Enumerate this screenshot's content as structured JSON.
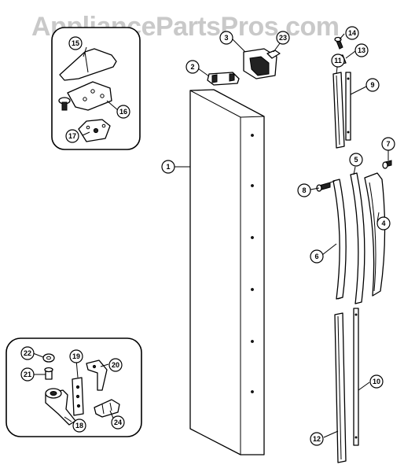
{
  "watermark": "AppliancePartsPros.com",
  "callouts": [
    {
      "id": "1",
      "label": "1"
    },
    {
      "id": "2",
      "label": "2"
    },
    {
      "id": "3",
      "label": "3"
    },
    {
      "id": "4",
      "label": "4"
    },
    {
      "id": "5",
      "label": "5"
    },
    {
      "id": "6",
      "label": "6"
    },
    {
      "id": "7",
      "label": "7"
    },
    {
      "id": "8",
      "label": "8"
    },
    {
      "id": "9",
      "label": "9"
    },
    {
      "id": "10",
      "label": "10"
    },
    {
      "id": "11",
      "label": "11"
    },
    {
      "id": "12",
      "label": "12"
    },
    {
      "id": "13",
      "label": "13"
    },
    {
      "id": "14",
      "label": "14"
    },
    {
      "id": "15",
      "label": "15"
    },
    {
      "id": "16",
      "label": "16"
    },
    {
      "id": "17",
      "label": "17"
    },
    {
      "id": "18",
      "label": "18"
    },
    {
      "id": "19",
      "label": "19"
    },
    {
      "id": "20",
      "label": "20"
    },
    {
      "id": "21",
      "label": "21"
    },
    {
      "id": "22",
      "label": "22"
    },
    {
      "id": "23",
      "label": "23"
    },
    {
      "id": "24",
      "label": "24"
    }
  ]
}
